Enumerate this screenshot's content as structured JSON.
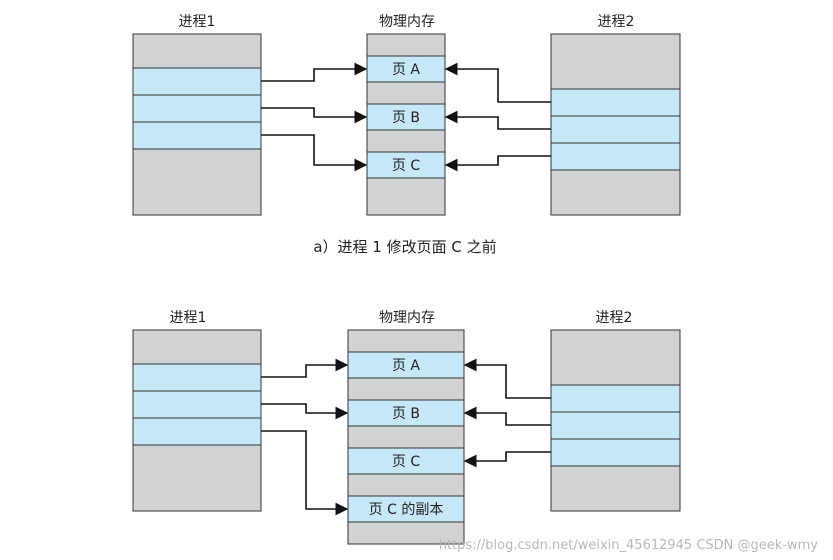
{
  "diagram_a": {
    "process1_label": "进程1",
    "memory_label": "物理内存",
    "process2_label": "进程2",
    "pages": [
      "页 A",
      "页 B",
      "页 C"
    ],
    "caption": "a）进程 1 修改页面 C 之前"
  },
  "diagram_b": {
    "process1_label": "进程1",
    "memory_label": "物理内存",
    "process2_label": "进程2",
    "pages": [
      "页 A",
      "页 B",
      "页 C",
      "页 C 的副本"
    ]
  },
  "watermark": "https://blog.csdn.net/weixin_45612945 CSDN @geek-wmy",
  "colors": {
    "page_fill": "#c7e8f8",
    "block_fill": "#d3d3d5",
    "stroke": "#333333"
  }
}
